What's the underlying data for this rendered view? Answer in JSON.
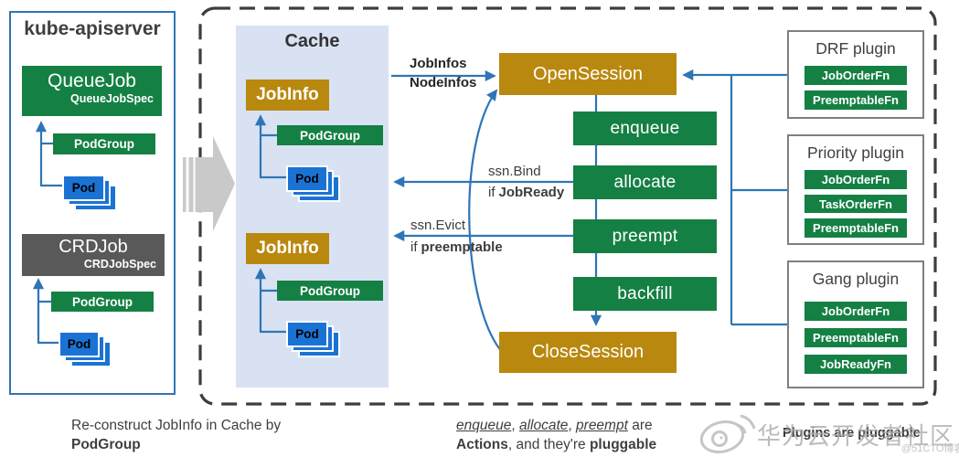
{
  "colors": {
    "green": "#158044",
    "gold": "#b9880e",
    "pod_blue": "#1a73d4",
    "line_blue": "#2e75b6",
    "cache_bg": "#d9e2f3",
    "crd_gray": "#595959",
    "dashed_border": "#3d3d3d",
    "plugin_border": "#7f7f7f",
    "title_text": "#3f3f3f",
    "watermark_gray": "#bdbdbd"
  },
  "kube_apiserver": {
    "title": "kube-apiserver",
    "queuejob": {
      "title": "QueueJob",
      "spec": "QueueJobSpec",
      "podgroup": "PodGroup",
      "pod": "Pod"
    },
    "crdjob": {
      "title": "CRDJob",
      "spec": "CRDJobSpec",
      "podgroup": "PodGroup",
      "pod": "Pod"
    }
  },
  "cache": {
    "title": "Cache",
    "groups": [
      {
        "jobinfo": "JobInfo",
        "podgroup": "PodGroup",
        "pod": "Pod"
      },
      {
        "jobinfo": "JobInfo",
        "podgroup": "PodGroup",
        "pod": "Pod"
      }
    ]
  },
  "session": {
    "open_label": "OpenSession",
    "close_label": "CloseSession",
    "actions": [
      "enqueue",
      "allocate",
      "preempt",
      "backfill"
    ]
  },
  "flow_labels": {
    "jobinfos": "JobInfos",
    "nodeinfos": "NodeInfos",
    "ssn_bind": "ssn.Bind",
    "if_bind_prefix": "if",
    "if_bind_cond": "JobReady",
    "ssn_evict": "ssn.Evict",
    "if_evict_prefix": "if",
    "if_evict_cond": "preemptable"
  },
  "plugins": [
    {
      "title": "DRF plugin",
      "fns": [
        "JobOrderFn",
        "PreemptableFn"
      ]
    },
    {
      "title": "Priority plugin",
      "fns": [
        "JobOrderFn",
        "TaskOrderFn",
        "PreemptableFn"
      ]
    },
    {
      "title": "Gang plugin",
      "fns": [
        "JobOrderFn",
        "PreemptableFn",
        "JobReadyFn"
      ]
    }
  ],
  "notes": {
    "cache_note": {
      "line1": "Re-construct JobInfo in Cache by",
      "line2": "PodGroup"
    },
    "actions_note": {
      "i1": "enqueue",
      "sep1": ", ",
      "i2": "allocate",
      "sep2": ", ",
      "i3": "preempt",
      "tail": " are",
      "b1": "Actions",
      "mid": ", and they're ",
      "b2": "pluggable"
    }
  },
  "watermark": {
    "community": "华为云开发者社区",
    "handle": "@51CTO博客",
    "overlay_text": "Plugins are pluggable"
  }
}
